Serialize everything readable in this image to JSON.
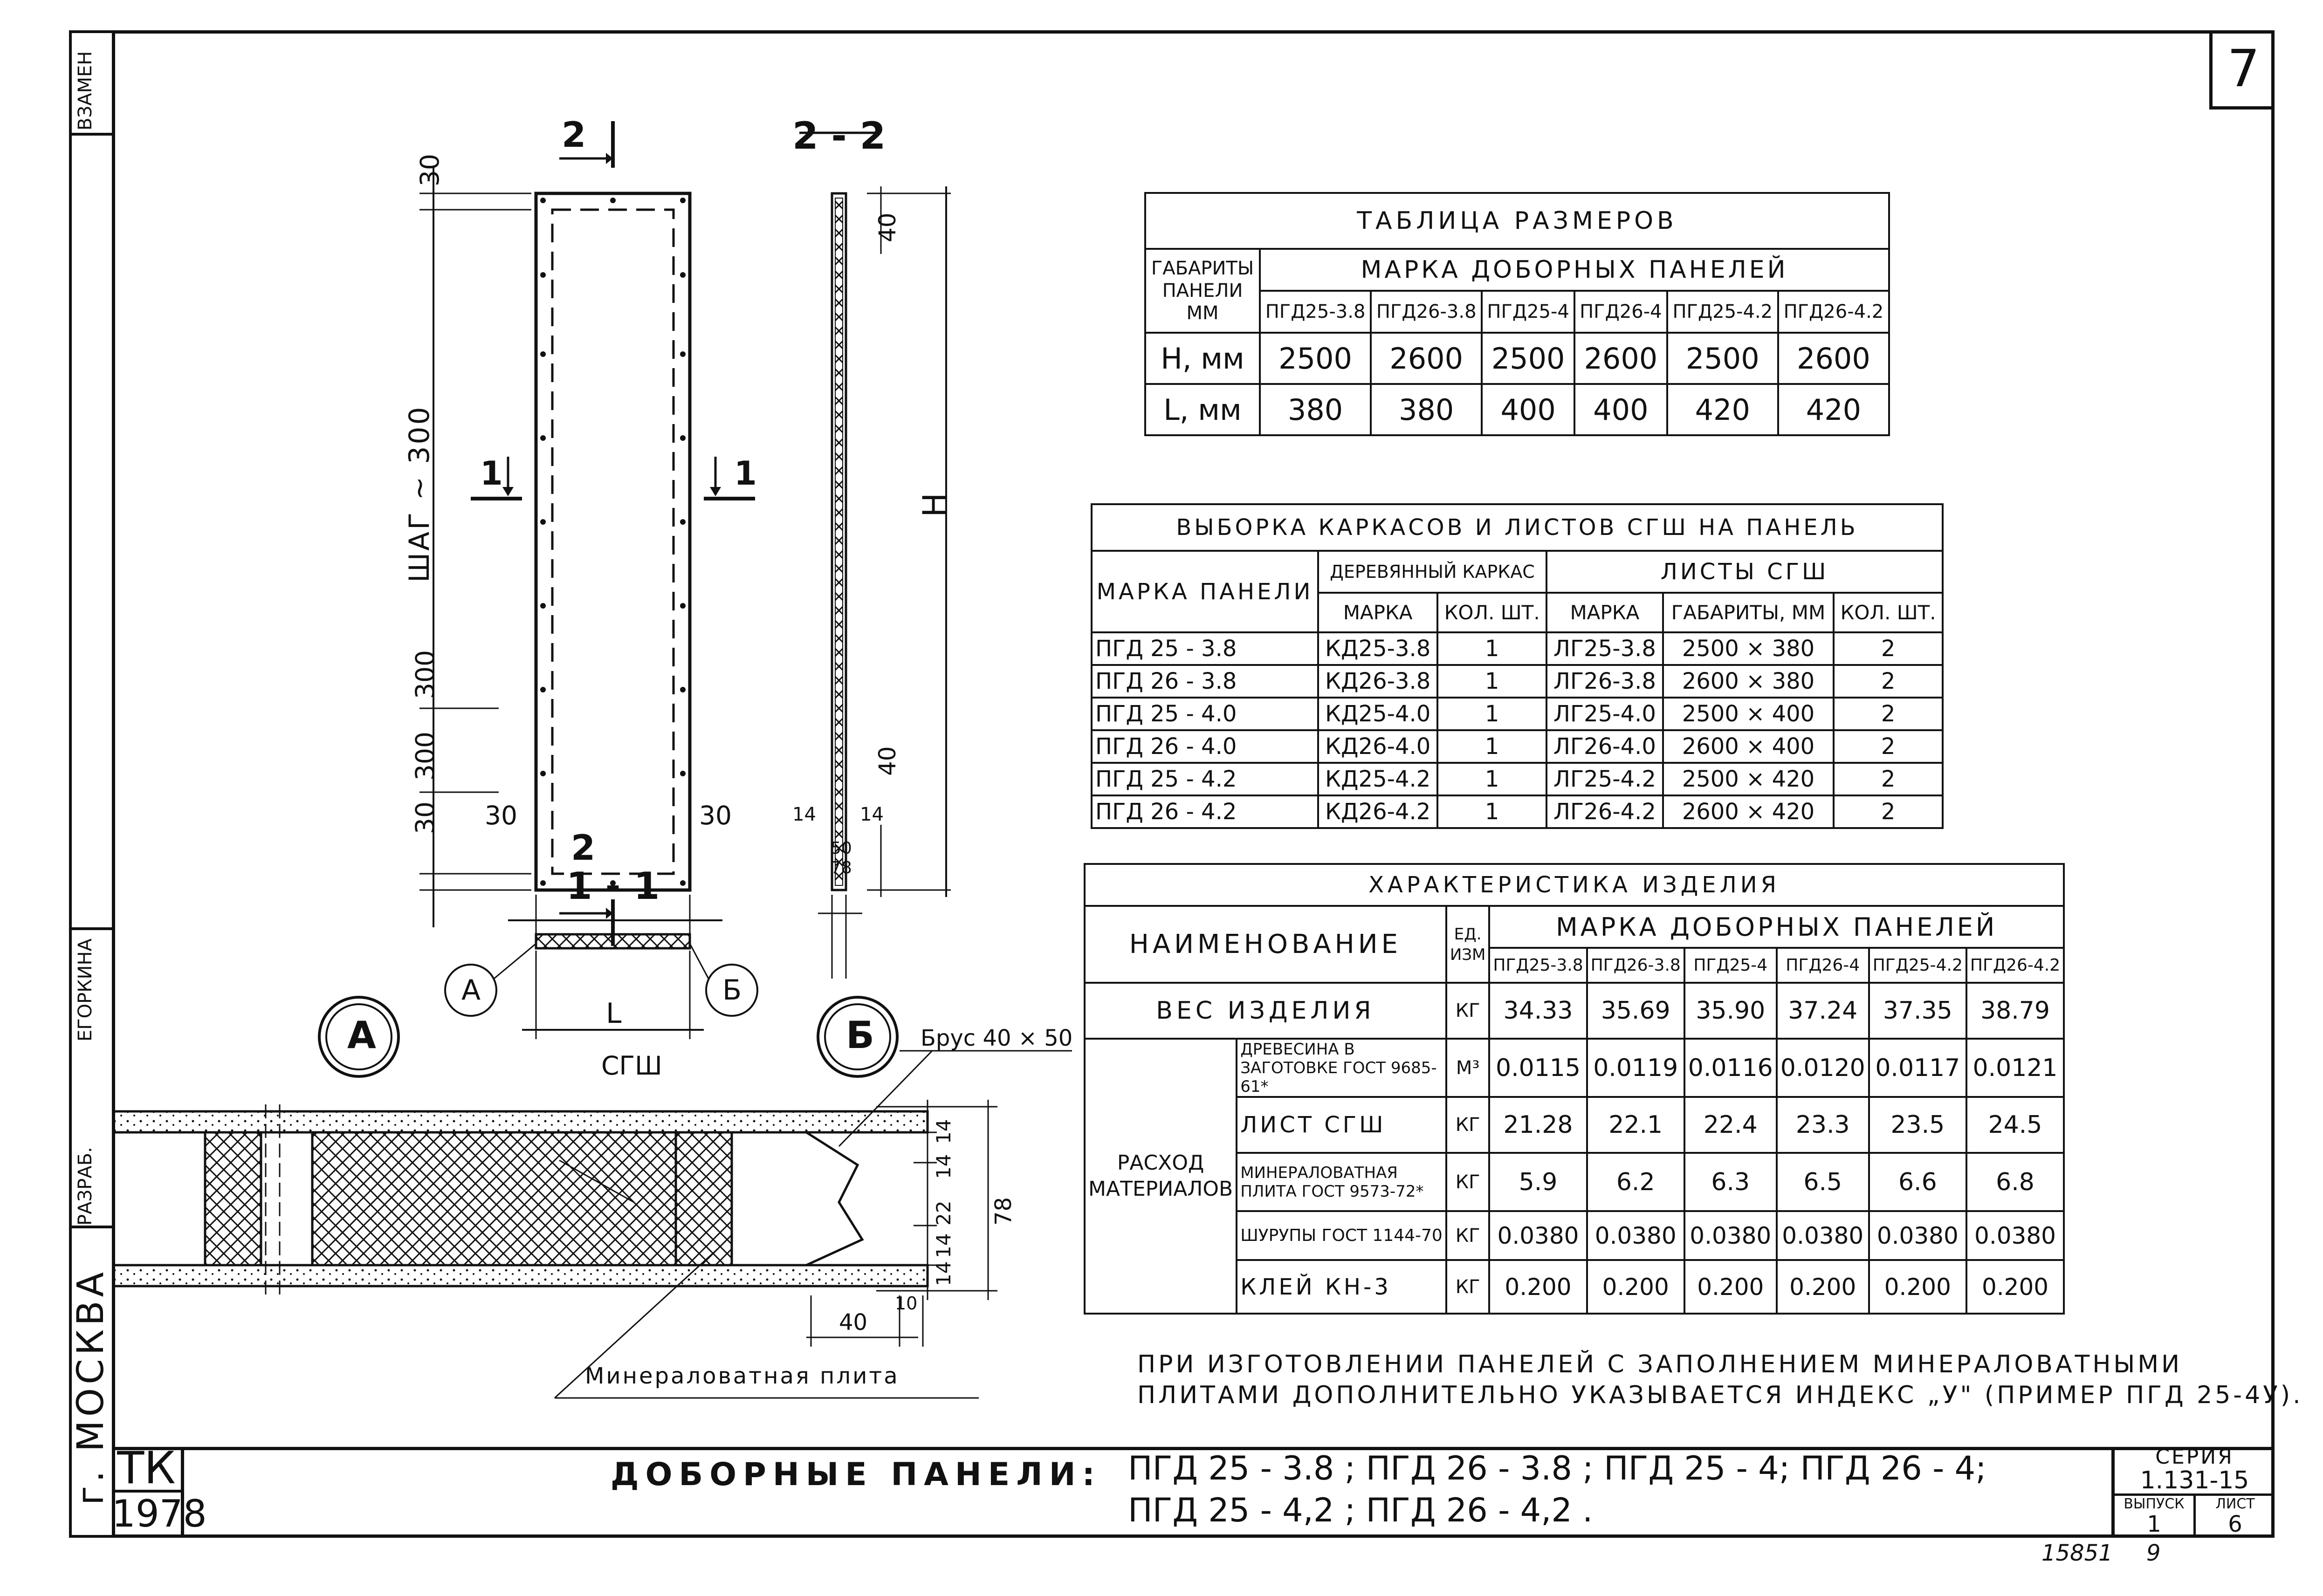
{
  "page_number": "7",
  "sidebar": {
    "vzamen": "ВЗАМЕН",
    "egorkina": "ЕГОРКИНА",
    "razrab": "РАЗРАБ.",
    "city": "г. МОСКВА"
  },
  "drawing": {
    "section_22": "2 - 2",
    "section_11": "1 - 1",
    "mark_2_top": "2",
    "mark_2_bottom": "2",
    "mark_1_left": "1",
    "mark_1_right": "1",
    "dim_30_top": "30",
    "dim_step": "ШАГ ~ 300",
    "dim_300_a": "300",
    "dim_300_b": "300",
    "dim_30_bottom": "30",
    "dim_30_left": "30",
    "dim_30_right": "30",
    "dim_40_top": "40",
    "dim_H": "H",
    "dim_40_bottom": "40",
    "dim_14_left": "14",
    "dim_14_right": "14",
    "dim_50": "50",
    "dim_78": "78",
    "callout_A": "А",
    "callout_B": "Б",
    "dim_L": "L",
    "label_sgsh": "СГШ",
    "label_brus": "Брус 40 × 50",
    "label_mineral": "Минераловатная плита",
    "dim_14_a": "14",
    "dim_14_b": "14",
    "dim_22": "22",
    "dim_14_c": "14",
    "dim_14_d": "14",
    "dim_78_detail": "78",
    "dim_40_detail": "40",
    "dim_10": "10"
  },
  "table_sizes": {
    "title": "ТАБЛИЦА РАЗМЕРОВ",
    "gabarity": "ГАБАРИТЫ ПАНЕЛИ",
    "mm": "ММ",
    "marka_header": "МАРКА ДОБОРНЫХ ПАНЕЛЕЙ",
    "marks": [
      "ПГД25-3.8",
      "ПГД26-3.8",
      "ПГД25-4",
      "ПГД26-4",
      "ПГД25-4.2",
      "ПГД26-4.2"
    ],
    "rows": [
      {
        "label": "H, мм",
        "values": [
          "2500",
          "2600",
          "2500",
          "2600",
          "2500",
          "2600"
        ]
      },
      {
        "label": "L, мм",
        "values": [
          "380",
          "380",
          "400",
          "400",
          "420",
          "420"
        ]
      }
    ]
  },
  "table_selection": {
    "title": "ВЫБОРКА КАРКАСОВ И ЛИСТОВ СГШ НА ПАНЕЛЬ",
    "col_marka_paneli": "МАРКА ПАНЕЛИ",
    "col_karkas": "ДЕРЕВЯННЫЙ КАРКАС",
    "col_listy": "ЛИСТЫ СГШ",
    "sub_marka": "МАРКА",
    "sub_kol": "КОЛ. ШТ.",
    "sub_marka2": "МАРКА",
    "sub_gabarity": "ГАБАРИТЫ, ММ",
    "sub_kol2": "КОЛ. ШТ.",
    "rows": [
      [
        "ПГД 25 - 3.8",
        "КД25-3.8",
        "1",
        "ЛГ25-3.8",
        "2500 × 380",
        "2"
      ],
      [
        "ПГД 26 - 3.8",
        "КД26-3.8",
        "1",
        "ЛГ26-3.8",
        "2600 × 380",
        "2"
      ],
      [
        "ПГД 25 - 4.0",
        "КД25-4.0",
        "1",
        "ЛГ25-4.0",
        "2500 × 400",
        "2"
      ],
      [
        "ПГД 26 - 4.0",
        "КД26-4.0",
        "1",
        "ЛГ26-4.0",
        "2600 × 400",
        "2"
      ],
      [
        "ПГД 25 - 4.2",
        "КД25-4.2",
        "1",
        "ЛГ25-4.2",
        "2500 × 420",
        "2"
      ],
      [
        "ПГД 26 - 4.2",
        "КД26-4.2",
        "1",
        "ЛГ26-4.2",
        "2600 × 420",
        "2"
      ]
    ]
  },
  "table_char": {
    "title": "ХАРАКТЕРИСТИКА ИЗДЕЛИЯ",
    "col_name": "НАИМЕНОВАНИЕ",
    "col_unit": "ЕД. ИЗМ",
    "col_marka": "МАРКА ДОБОРНЫХ ПАНЕЛЕЙ",
    "marks": [
      "ПГД25-3.8",
      "ПГД26-3.8",
      "ПГД25-4",
      "ПГД26-4",
      "ПГД25-4.2",
      "ПГД26-4.2"
    ],
    "weight": {
      "label": "ВЕС ИЗДЕЛИЯ",
      "unit": "КГ",
      "values": [
        "34.33",
        "35.69",
        "35.90",
        "37.24",
        "37.35",
        "38.79"
      ]
    },
    "rashod_label": "РАСХОД МАТЕРИАЛОВ",
    "rows": [
      {
        "label": "ДРЕВЕСИНА В ЗАГОТОВКЕ ГОСТ 9685-61*",
        "unit": "М³",
        "values": [
          "0.0115",
          "0.0119",
          "0.0116",
          "0.0120",
          "0.0117",
          "0.0121"
        ]
      },
      {
        "label": "ЛИСТ СГШ",
        "unit": "КГ",
        "values": [
          "21.28",
          "22.1",
          "22.4",
          "23.3",
          "23.5",
          "24.5"
        ]
      },
      {
        "label": "МИНЕРАЛОВАТНАЯ ПЛИТА ГОСТ 9573-72*",
        "unit": "КГ",
        "values": [
          "5.9",
          "6.2",
          "6.3",
          "6.5",
          "6.6",
          "6.8"
        ]
      },
      {
        "label": "ШУРУПЫ ГОСТ 1144-70",
        "unit": "КГ",
        "values": [
          "0.0380",
          "0.0380",
          "0.0380",
          "0.0380",
          "0.0380",
          "0.0380"
        ]
      },
      {
        "label": "КЛЕЙ КН-3",
        "unit": "КГ",
        "values": [
          "0.200",
          "0.200",
          "0.200",
          "0.200",
          "0.200",
          "0.200"
        ]
      }
    ]
  },
  "note": {
    "line1": "ПРИ ИЗГОТОВЛЕНИИ ПАНЕЛЕЙ С ЗАПОЛНЕНИЕМ МИНЕРАЛОВАТНЫМИ",
    "line2": "ПЛИТАМИ ДОПОЛНИТЕЛЬНО УКАЗЫВАЕТСЯ ИНДЕКС „У\" (ПРИМЕР ПГД 25-4У)."
  },
  "title_block": {
    "tk": "ТК",
    "year": "1978",
    "title_label": "ДОБОРНЫЕ ПАНЕЛИ:",
    "title_line1": "ПГД 25 - 3.8 ; ПГД 26 - 3.8 ; ПГД 25 - 4; ПГД 26 - 4;",
    "title_line2": "ПГД 25 - 4,2 ; ПГД 26 - 4,2 .",
    "series_label": "СЕРИЯ",
    "series_value": "1.131-15",
    "vypusk_label": "ВЫПУСК",
    "vypusk_value": "1",
    "list_label": "ЛИСТ",
    "list_value": "6"
  },
  "footer": {
    "doc_number": "15851",
    "page": "9"
  }
}
